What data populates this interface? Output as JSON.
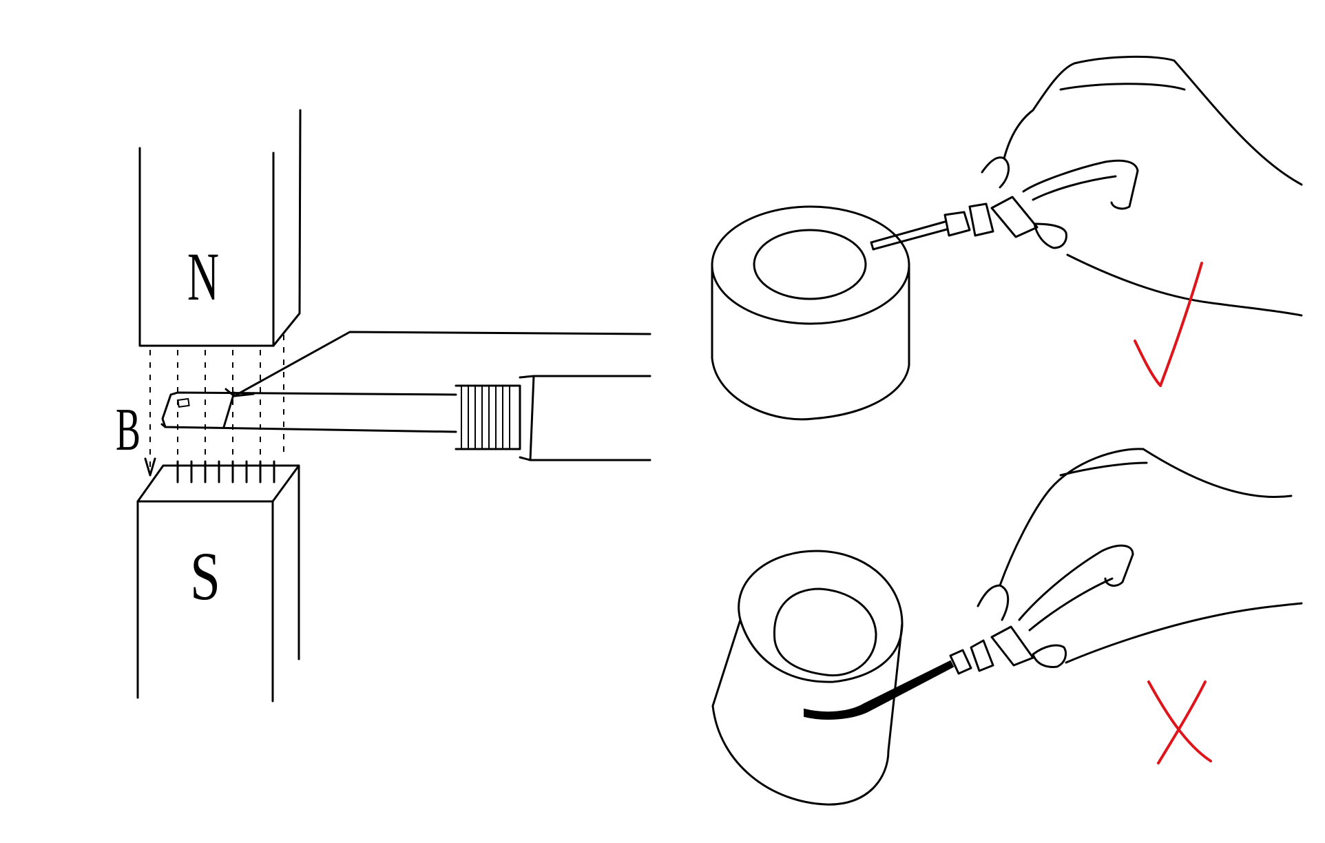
{
  "labels": {
    "north": "N",
    "south": "S",
    "field": "B"
  },
  "marks": {
    "correct": "check-mark",
    "incorrect": "cross-mark"
  },
  "colors": {
    "ink": "#000000",
    "mark": "#e0141b",
    "background": "#ffffff"
  }
}
